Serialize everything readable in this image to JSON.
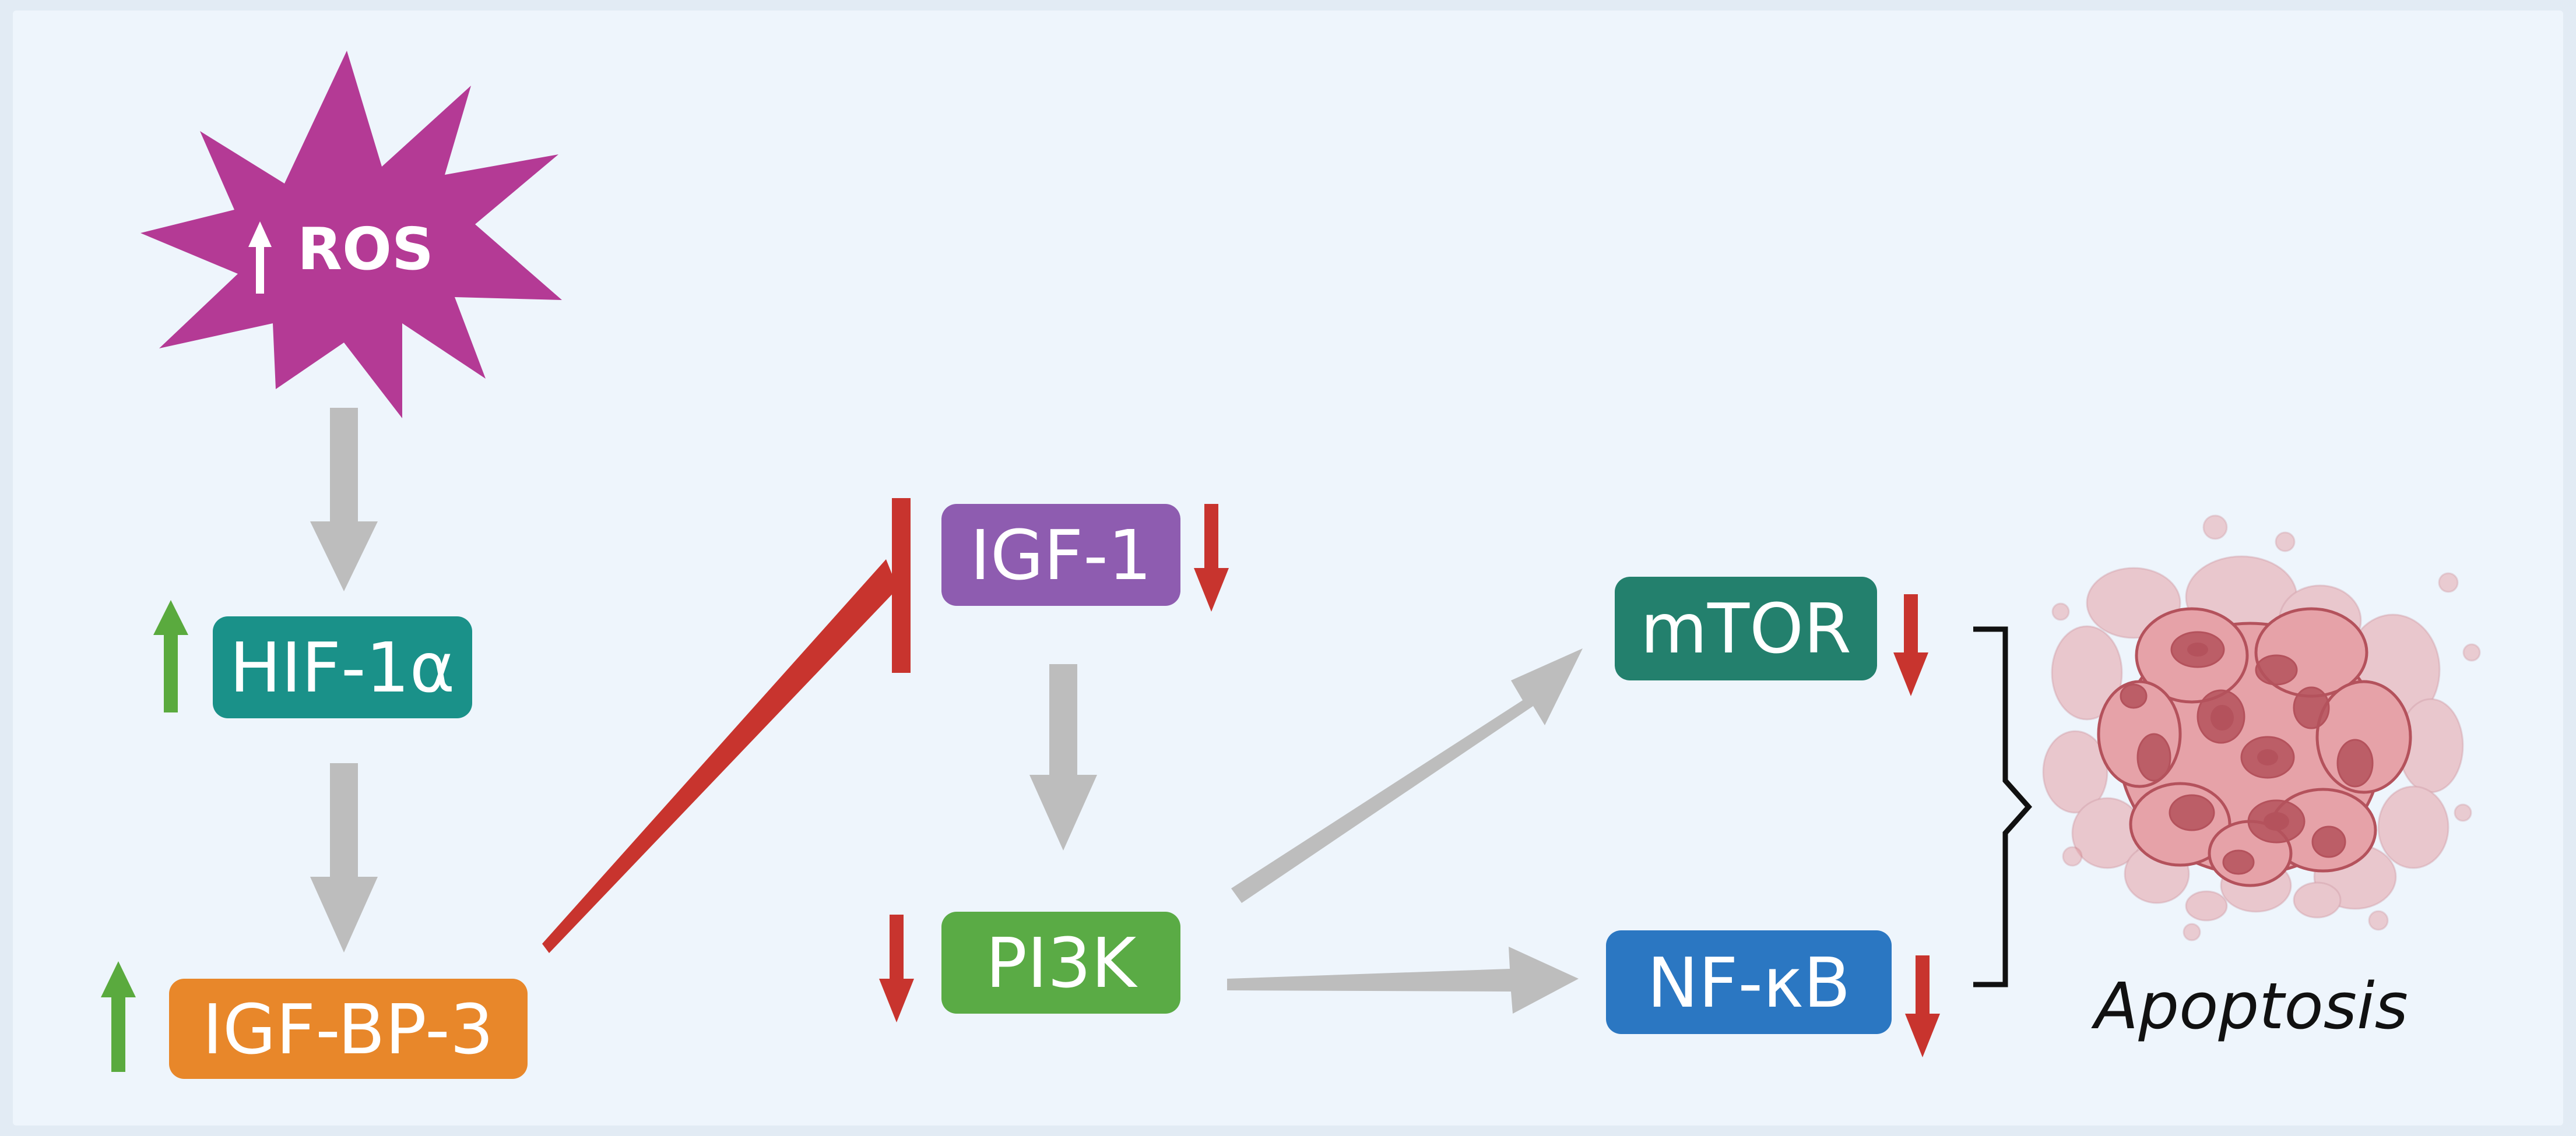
{
  "colors": {
    "background": "#eef5fc",
    "frame": "#e2ebf4",
    "arrow_gray": "#bdbdbd",
    "up_green": "#5aaa3e",
    "down_red": "#c8342e",
    "inhibit_red": "#c8342e",
    "ros": "#b43a95",
    "hif": "#1a9189",
    "igfbp3": "#e8872a",
    "igf1": "#8e5cb0",
    "pi3k": "#5aab45",
    "mtor": "#23806d",
    "nfkb": "#2b77c2",
    "cell_fill": "#e6a2a8",
    "cell_dark": "#b4525c",
    "bracket": "#111111"
  },
  "nodes": {
    "ros": {
      "label": "ROS",
      "indicator": "up"
    },
    "hif": {
      "label": "HIF-1α",
      "indicator": "up"
    },
    "igfbp3": {
      "label": "IGF-BP-3",
      "indicator": "up"
    },
    "igf1": {
      "label": "IGF-1",
      "indicator": "down"
    },
    "pi3k": {
      "label": "PI3K",
      "indicator": "down"
    },
    "mtor": {
      "label": "mTOR",
      "indicator": "down"
    },
    "nfkb": {
      "label": "NF-κB",
      "indicator": "down"
    }
  },
  "outcome": {
    "label": "Apoptosis",
    "icon": "apoptotic-cell-icon"
  },
  "edges": [
    {
      "from": "ros",
      "to": "hif",
      "type": "activation"
    },
    {
      "from": "hif",
      "to": "igfbp3",
      "type": "activation"
    },
    {
      "from": "igfbp3",
      "to": "igf1",
      "type": "inhibition"
    },
    {
      "from": "igf1",
      "to": "pi3k",
      "type": "activation"
    },
    {
      "from": "pi3k",
      "to": "mtor",
      "type": "activation"
    },
    {
      "from": "pi3k",
      "to": "nfkb",
      "type": "activation"
    },
    {
      "from": "mtor",
      "to": "apoptosis",
      "type": "bracket"
    },
    {
      "from": "nfkb",
      "to": "apoptosis",
      "type": "bracket"
    }
  ]
}
